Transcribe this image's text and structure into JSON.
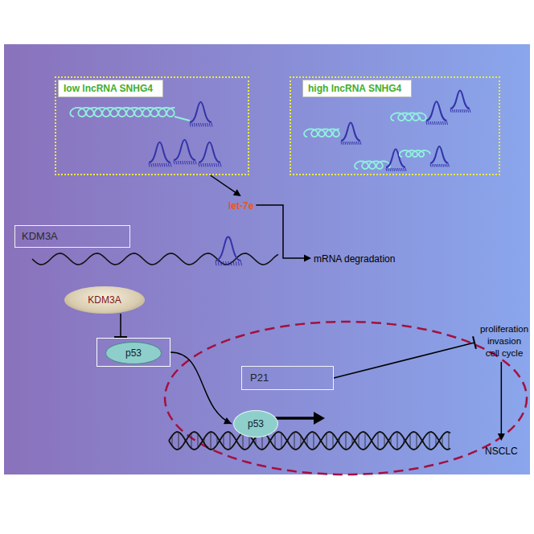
{
  "diagram": {
    "nodes": [
      {
        "text": [
          "low lncRNA SNHG4"
        ]
      },
      {
        "text": [
          "high lncRNA SNHG4"
        ]
      },
      {
        "text": [
          "let-7e"
        ]
      },
      {
        "text": [
          "KDM3A"
        ]
      },
      {
        "text": [
          "mRNA degradation"
        ]
      },
      {
        "text": [
          "KDM3A"
        ]
      },
      {
        "text": [
          "p53"
        ]
      },
      {
        "text": [
          "proliferation invasion cell cycle"
        ]
      },
      {
        "text": [
          "P21"
        ]
      },
      {
        "text": [
          "p53"
        ]
      },
      {
        "text": [
          "NSCLC"
        ]
      }
    ],
    "edges": [
      {
        "from": 0,
        "to": 2,
        "arrow": "to"
      },
      {
        "from": 2,
        "to": 4,
        "arrow": "to"
      },
      {
        "from": 5,
        "to": 6,
        "arrow": "to"
      },
      {
        "from": 6,
        "to": 9,
        "arrow": "to"
      },
      {
        "from": 8,
        "to": 7,
        "arrow": "to"
      },
      {
        "from": 7,
        "to": 10,
        "arrow": "to"
      }
    ]
  }
}
